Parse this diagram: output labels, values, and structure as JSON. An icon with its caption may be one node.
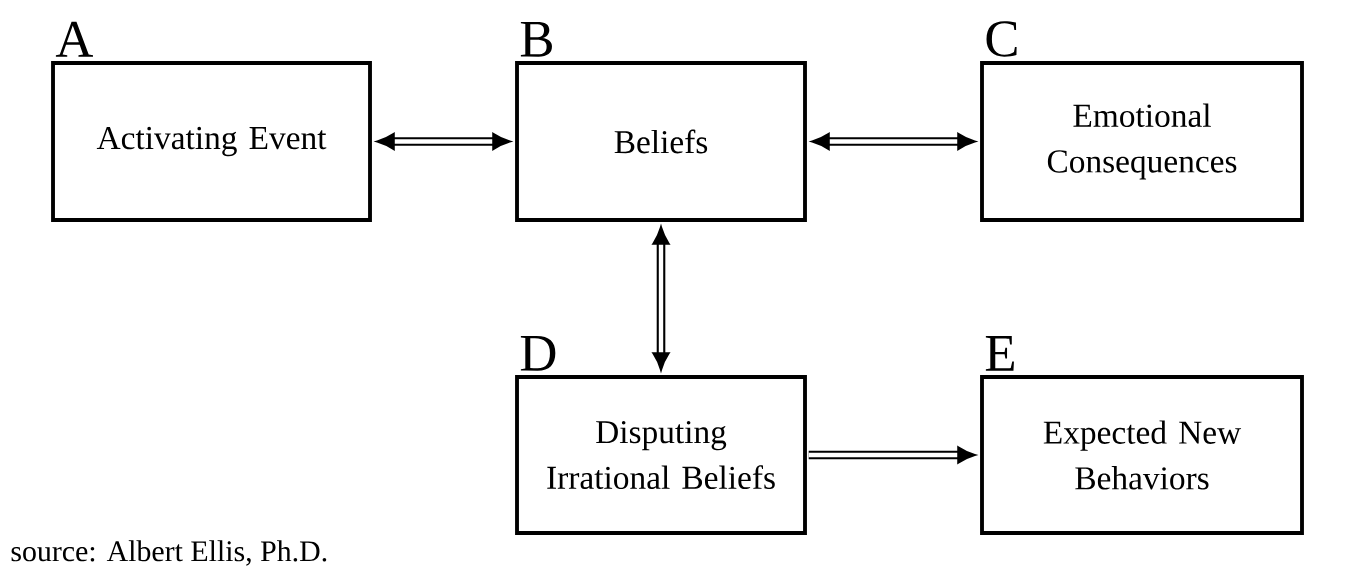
{
  "diagram": {
    "nodes": [
      {
        "text": [
          "A",
          "Activating Event"
        ]
      },
      {
        "text": [
          "B",
          "Beliefs"
        ]
      },
      {
        "text": [
          "C",
          "Emotional Consequences"
        ]
      },
      {
        "text": [
          "D",
          "Disputing Irrational Beliefs"
        ]
      },
      {
        "text": [
          "E",
          "Expected New Behaviors"
        ]
      }
    ],
    "edges": [
      {
        "from": 0,
        "to": 1,
        "arrow": "both"
      },
      {
        "from": 1,
        "to": 2,
        "arrow": "both"
      },
      {
        "from": 1,
        "to": 3,
        "arrow": "both"
      },
      {
        "from": 3,
        "to": 4,
        "arrow": "to"
      }
    ],
    "labels": [
      "source: Albert Ellis, Ph.D."
    ]
  }
}
